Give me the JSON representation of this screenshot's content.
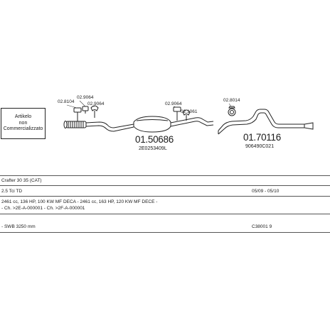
{
  "note": {
    "line1": "Artikelo",
    "line2": "non",
    "line3": "Commercializzato"
  },
  "refs": {
    "r1": "02.8104",
    "r2": "02.9064",
    "r3": "02.9064",
    "r4": "02.9064",
    "r5": "02.1061",
    "r6": "02.8014"
  },
  "parts": {
    "p1_number": "01.50686",
    "p1_oem": "2E0253409L",
    "p2_number": "01.70116",
    "p2_oem": "906490C021"
  },
  "info": {
    "model": "Crafter 30 35 (CAT)",
    "engine": "2.5 Tci TD",
    "years": "05/09 - 05/10",
    "specs": "2461 cc, 136 HP, 100 KW MF DECA - 2461 cc, 163 HP, 120 KW MF DECE -",
    "chassis": "- Ch. >2E-A-000001 - Ch. >2F-A-000001",
    "wheelbase": "- SWB 3250 mm",
    "code": "C38001 9"
  }
}
